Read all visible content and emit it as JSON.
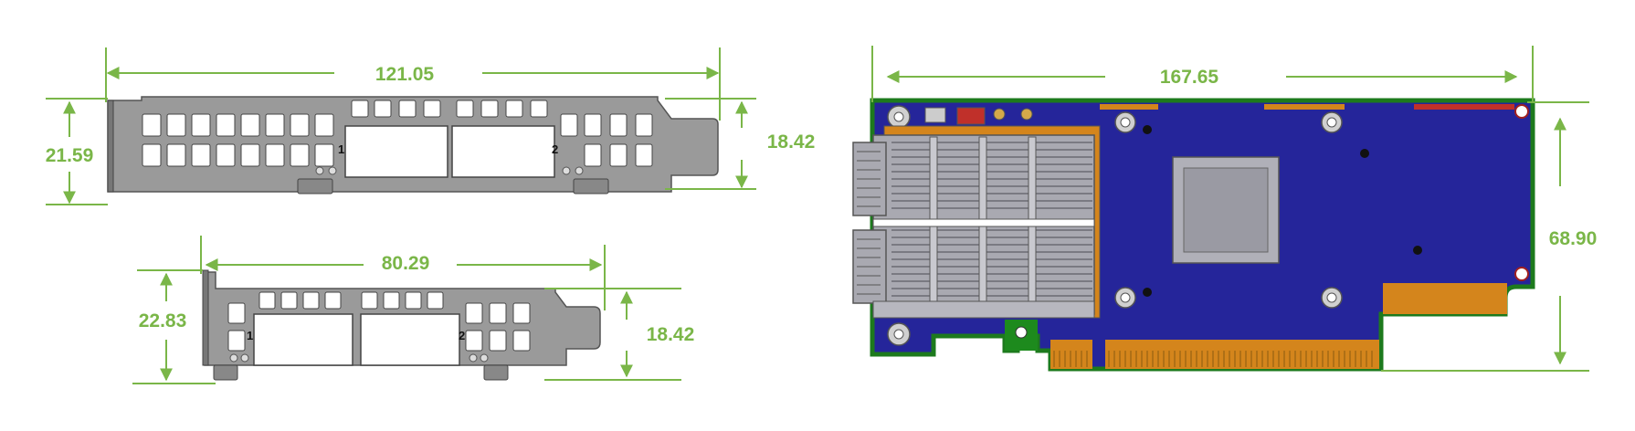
{
  "drawing": {
    "dimension_color": "#7ab648",
    "bracket_color": "#8c8c8c",
    "pcb_color": "#25259a",
    "pcb_edge_color": "#1d7a1d",
    "gold_color": "#d4851c",
    "heatsink_color": "#a9a9b1"
  },
  "full_height_bracket": {
    "width_dim": "121.05",
    "left_height_dim": "21.59",
    "right_height_dim": "18.42",
    "port_label_1": "1",
    "port_label_2": "2"
  },
  "low_profile_bracket": {
    "width_dim": "80.29",
    "left_height_dim": "22.83",
    "right_height_dim": "18.42",
    "port_label_1": "1",
    "port_label_2": "2"
  },
  "board": {
    "length_dim": "167.65",
    "height_dim": "68.90"
  }
}
